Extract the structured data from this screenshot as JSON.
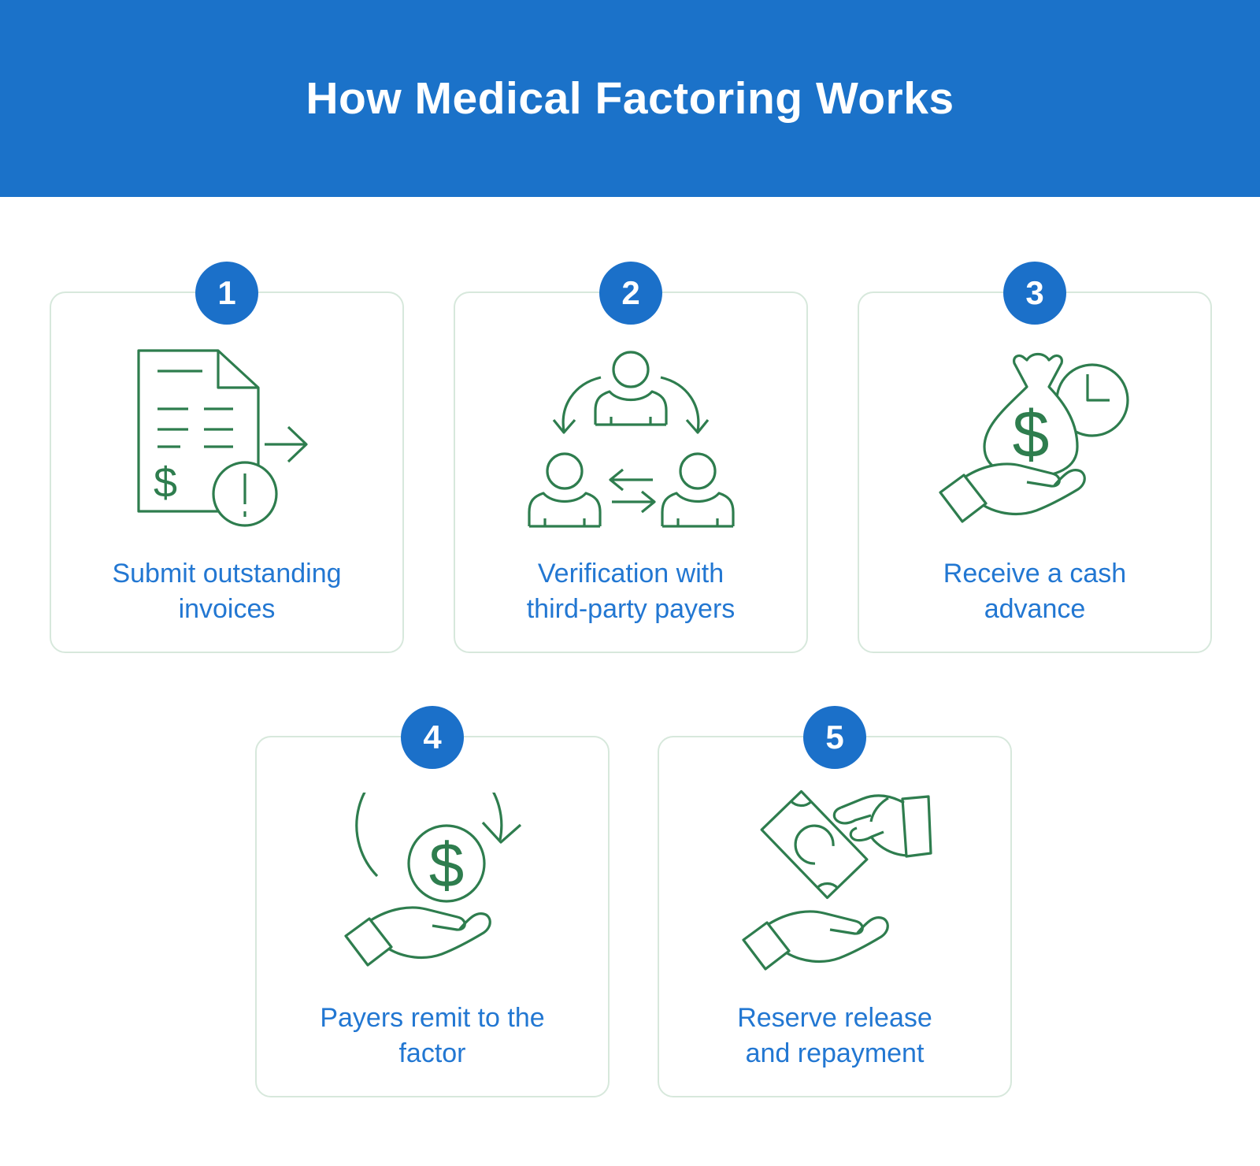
{
  "header": {
    "title": "How Medical Factoring Works"
  },
  "colors": {
    "header_blue": "#1B72C9",
    "badge_blue": "#1B70C9",
    "label_blue": "#2277D2",
    "icon_green": "#2E7D4E",
    "card_border": "#D7E8DC"
  },
  "steps": [
    {
      "number": "1",
      "icon": "invoice-submit-icon",
      "label": "Submit outstanding invoices",
      "lines": [
        "Submit outstanding",
        "invoices"
      ]
    },
    {
      "number": "2",
      "icon": "third-party-verification-icon",
      "label": "Verification with third-party payers",
      "lines": [
        "Verification with",
        "third-party payers"
      ]
    },
    {
      "number": "3",
      "icon": "cash-advance-icon",
      "label": "Receive a cash advance",
      "lines": [
        "Receive a cash",
        "advance"
      ]
    },
    {
      "number": "4",
      "icon": "remit-to-factor-icon",
      "label": "Payers remit to the factor",
      "lines": [
        "Payers remit to the",
        "factor"
      ]
    },
    {
      "number": "5",
      "icon": "reserve-release-icon",
      "label": "Reserve release and repayment",
      "lines": [
        "Reserve release",
        "and repayment"
      ]
    }
  ]
}
